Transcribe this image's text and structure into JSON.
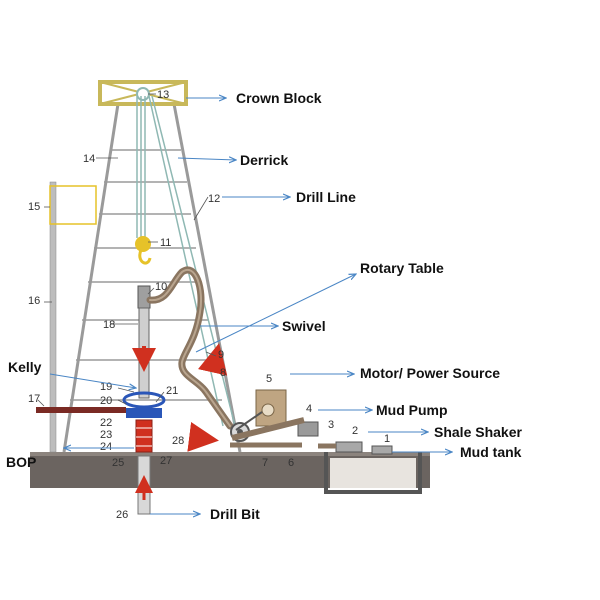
{
  "labels": {
    "crown_block": "Crown Block",
    "derrick": "Derrick",
    "drill_line": "Drill Line",
    "rotary_table": "Rotary Table",
    "swivel": "Swivel",
    "kelly": "Kelly",
    "motor": "Motor/ Power Source",
    "mud_pump": "Mud Pump",
    "shale_shaker": "Shale Shaker",
    "mud_tank": "Mud tank",
    "bop": "BOP",
    "drill_bit": "Drill Bit"
  },
  "numbers": [
    "1",
    "2",
    "3",
    "4",
    "5",
    "6",
    "7",
    "8",
    "9",
    "10",
    "11",
    "12",
    "13",
    "14",
    "15",
    "16",
    "17",
    "18",
    "19",
    "20",
    "21",
    "22",
    "23",
    "24",
    "25",
    "26",
    "27",
    "28"
  ],
  "colors": {
    "derrick": "#9a9a9a",
    "arrow": "#4a86c5",
    "crown": "#c8b85a",
    "hook": "#e6c229",
    "flow": "#d0301f",
    "rotary": "#2a56b8",
    "hose": "#8a7560",
    "ground": "#6b6460",
    "motor": "#bfa582"
  }
}
